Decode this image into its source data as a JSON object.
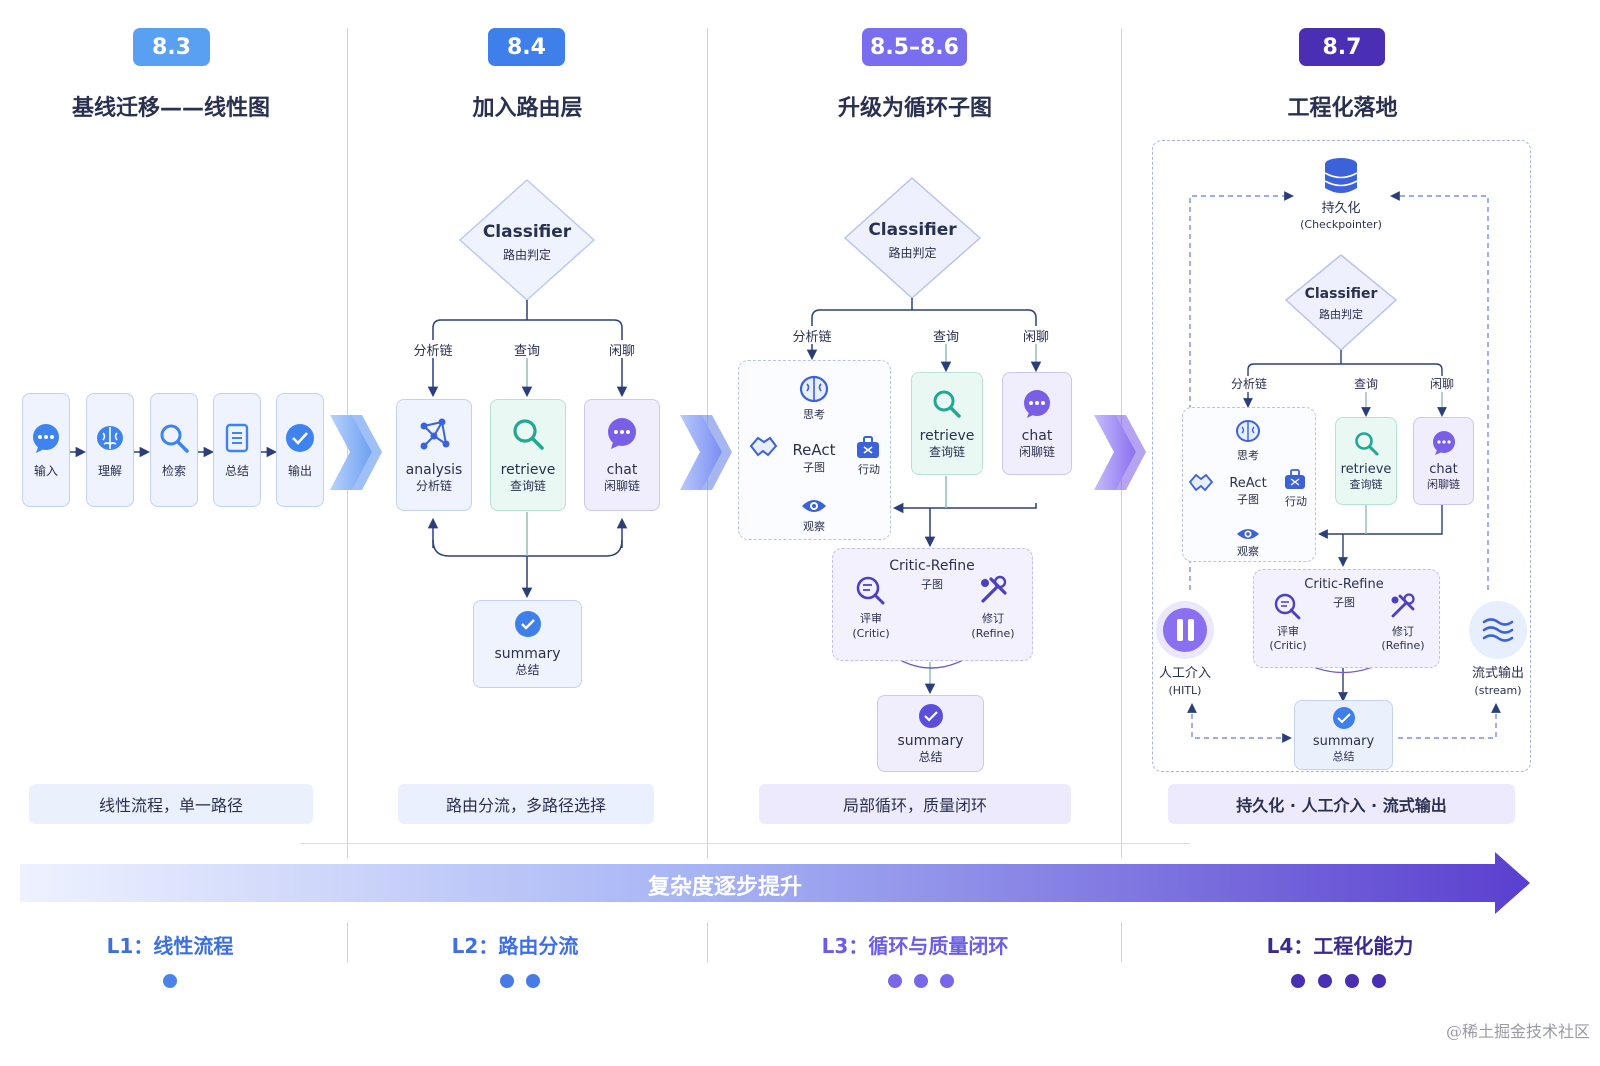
{
  "stages": [
    {
      "tag": "8.3",
      "title": "基线迁移——线性图",
      "summary": "线性流程，单一路径",
      "level": "L1：线性流程"
    },
    {
      "tag": "8.4",
      "title": "加入路由层",
      "summary": "路由分流，多路径选择",
      "level": "L2：路由分流"
    },
    {
      "tag": "8.5–8.6",
      "title": "升级为循环子图",
      "summary": "局部循环，质量闭环",
      "level": "L3：循环与质量闭环"
    },
    {
      "tag": "8.7",
      "title": "工程化落地",
      "summary": "持久化 · 人工介入 · 流式输出",
      "level": "L4：工程化能力"
    }
  ],
  "linear": {
    "steps": [
      "输入",
      "理解",
      "检索",
      "总结",
      "输出"
    ]
  },
  "router": {
    "classifier": "Classifier",
    "classifier_sub": "路由判定",
    "branches": [
      "分析链",
      "查询",
      "闲聊"
    ],
    "analysis": {
      "name": "analysis",
      "sub": "分析链"
    },
    "retrieve": {
      "name": "retrieve",
      "sub": "查询链"
    },
    "chat": {
      "name": "chat",
      "sub": "闲聊链"
    },
    "summary": {
      "name": "summary",
      "sub": "总结"
    }
  },
  "loop": {
    "think": "思考",
    "react": "ReAct",
    "react_sub": "子图",
    "act": "行动",
    "observe": "观察",
    "critic_title": "Critic-Refine",
    "critic_sub": "子图",
    "critic": "评审",
    "critic_en": "(Critic)",
    "refine": "修订",
    "refine_en": "(Refine)"
  },
  "engineering": {
    "persist": "持久化",
    "persist_en": "(Checkpointer)",
    "hitl": "人工介入",
    "hitl_en": "(HITL)",
    "stream": "流式输出",
    "stream_en": "(stream)"
  },
  "progress_label": "复杂度逐步提升",
  "watermark": "@稀土掘金技术社区",
  "colors": {
    "blue": "#4a8cf0",
    "indigo": "#5b63d9",
    "violet": "#7a62e0",
    "deep": "#4b2fb0",
    "teal": "#2fb5a0"
  }
}
